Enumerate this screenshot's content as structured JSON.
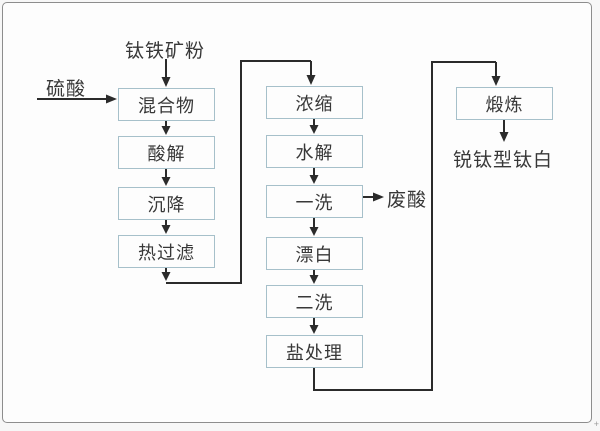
{
  "colors": {
    "background": "#fdfdfd",
    "frame_border": "#8d8d8d",
    "box_border": "#a6c0ca",
    "box_fill": "#fdfdfd",
    "line": "#2b2b2b",
    "text": "#383838"
  },
  "flowchart": {
    "inputs": {
      "ilmenite": {
        "label": "钛铁矿粉"
      },
      "sulfuric_acid": {
        "label": "硫酸"
      }
    },
    "column1": [
      {
        "id": "mixture",
        "label": "混合物"
      },
      {
        "id": "acid-hydrolysis",
        "label": "酸解"
      },
      {
        "id": "sedimentation",
        "label": "沉降"
      },
      {
        "id": "hot-filtration",
        "label": "热过滤"
      }
    ],
    "column2": [
      {
        "id": "concentration",
        "label": "浓缩"
      },
      {
        "id": "hydrolysis",
        "label": "水解"
      },
      {
        "id": "first-wash",
        "label": "一洗"
      },
      {
        "id": "bleaching",
        "label": "漂白"
      },
      {
        "id": "second-wash",
        "label": "二洗"
      },
      {
        "id": "salt-treatment",
        "label": "盐处理"
      }
    ],
    "column3": [
      {
        "id": "calcination",
        "label": "煅炼"
      }
    ],
    "outputs": {
      "waste_acid": {
        "label": "废酸"
      },
      "product": {
        "label": "锐钛型钛白"
      }
    },
    "watermark": "+"
  }
}
